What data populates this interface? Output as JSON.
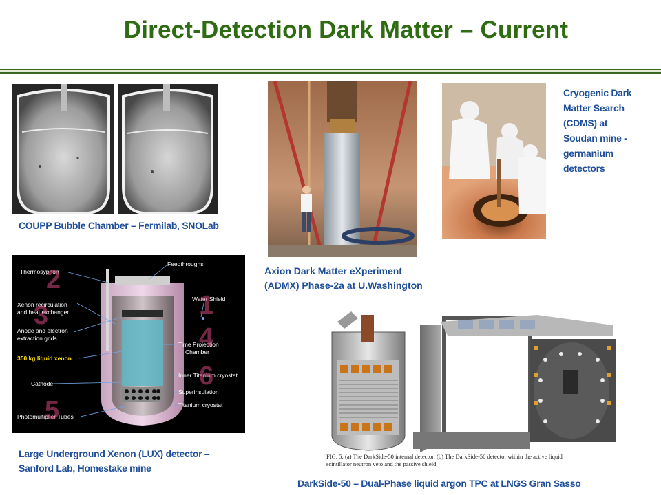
{
  "slide": {
    "title": "Direct-Detection Dark Matter – Current"
  },
  "captions": {
    "coupp": "COUPP Bubble Chamber – Fermilab, SNOLab",
    "admx_line1": "Axion Dark Matter eXperiment",
    "admx_line2": "(ADMX) Phase-2a at U.Washington",
    "cdms_line1": "Cryogenic Dark",
    "cdms_line2": "Matter Search",
    "cdms_line3": "(CDMS) at",
    "cdms_line4": "Soudan mine -",
    "cdms_line5": "germanium",
    "cdms_line6": "detectors",
    "lux_line1": "Large Underground Xenon (LUX) detector –",
    "lux_line2": "Sanford Lab, Homestake mine",
    "darkside": "DarkSide-50 – Dual-Phase liquid argon TPC at LNGS Gran Sasso"
  },
  "lux_diagram": {
    "labels": {
      "thermosyphon": "Thermosyphon",
      "feedthroughs": "Feedthroughs",
      "xenon_recirc_1": "Xenon recirculation",
      "xenon_recirc_2": "and heat exchanger",
      "water_shield": "Water Shield",
      "anode_1": "Anode and electron",
      "anode_2": "extraction grids",
      "tpc_1": "Time Projection",
      "tpc_2": "Chamber",
      "liquid_xenon": "350 kg liquid xenon",
      "cathode": "Cathode",
      "inner_ti": "Inner Titanium cryostat",
      "superinsulation": "Superinsulation",
      "ti_cryostat": "Titanium cryostat",
      "pmt": "Photomultiplier Tubes"
    },
    "numbers": [
      "2",
      "3",
      "1",
      "4",
      "6",
      "5"
    ]
  },
  "darkside_figure": {
    "line1": "FIG. 5: (a) The DarkSide-50 internal detector. (b) The DarkSide-50 detector within the active liquid",
    "line2": "scintillator neutron veto and the passive shield."
  },
  "colors": {
    "title": "#2e6b12",
    "caption": "#1f4f99",
    "rule": "#3c6a22"
  }
}
